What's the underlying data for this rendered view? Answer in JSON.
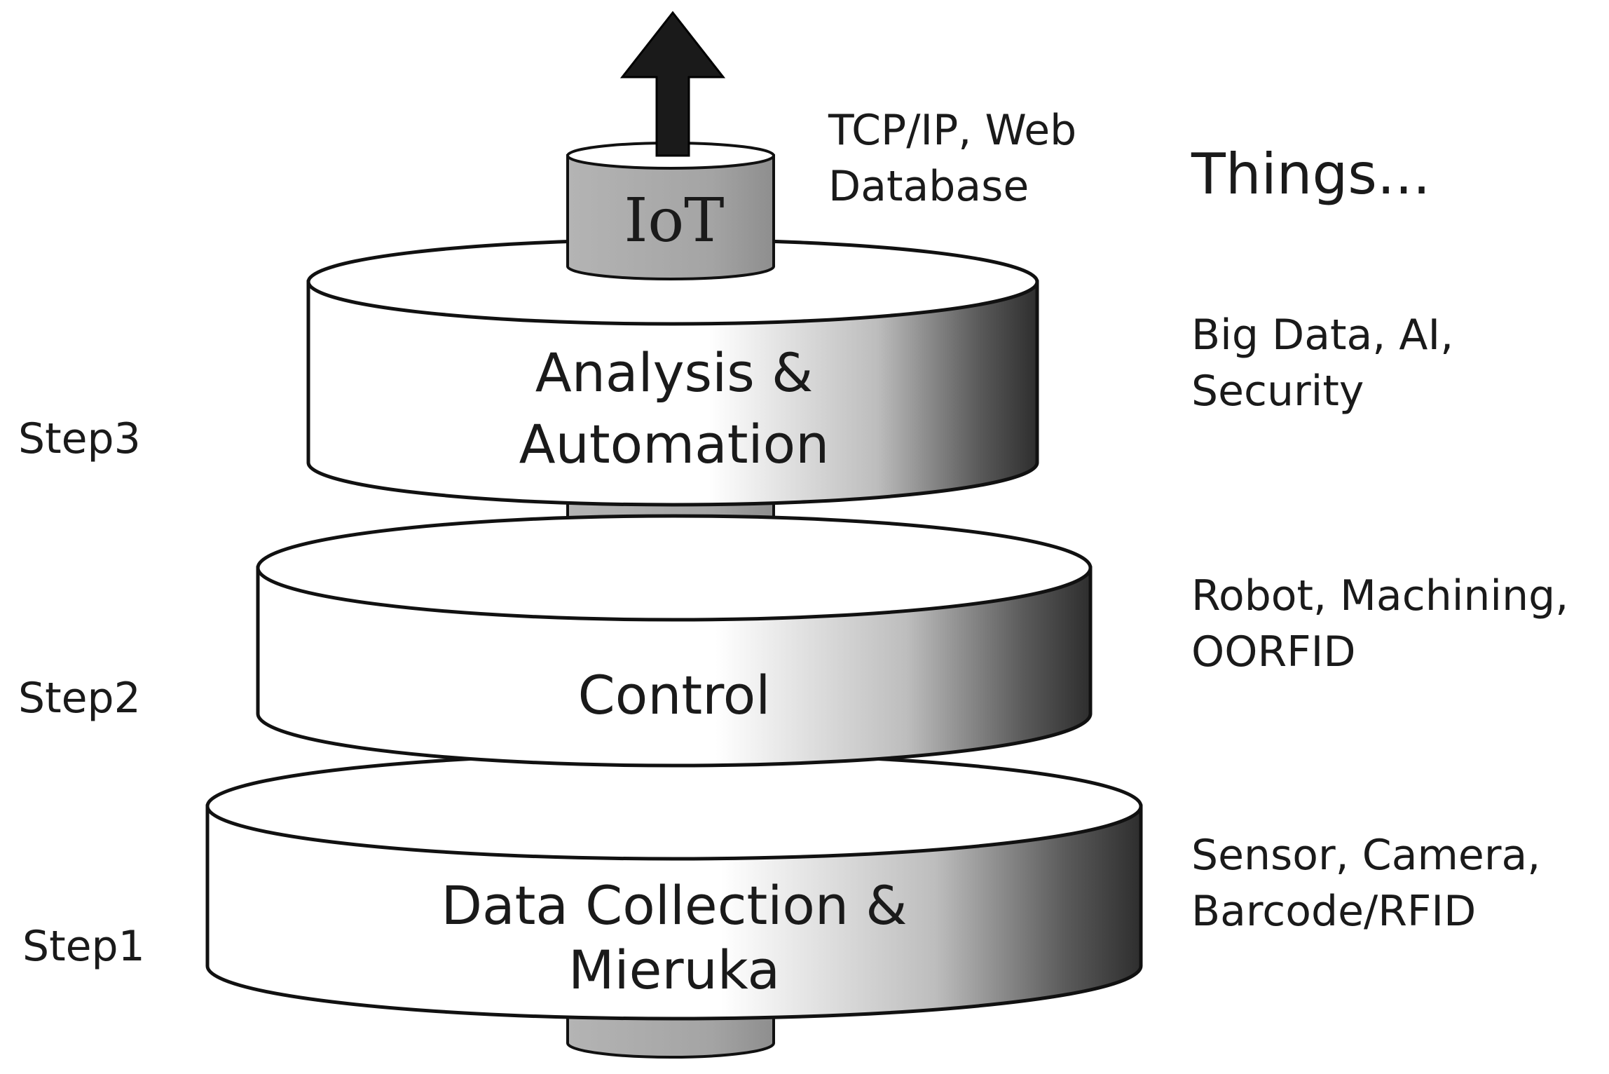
{
  "diagram": {
    "top_layer": {
      "label": "IoT",
      "tech": [
        "TCP/IP, Web",
        "Database"
      ]
    },
    "right_heading": "Things...",
    "layers": [
      {
        "step": "Step3",
        "title": [
          "Analysis &",
          "Automation"
        ],
        "tech": [
          "Big Data, AI,",
          "Security"
        ]
      },
      {
        "step": "Step2",
        "title": [
          "Control"
        ],
        "tech": [
          "Robot, Machining,",
          "OORFID"
        ]
      },
      {
        "step": "Step1",
        "title": [
          "Data Collection &",
          "Mieruka"
        ],
        "tech": [
          "Sensor, Camera,",
          "Barcode/RFID"
        ]
      }
    ]
  },
  "colors": {
    "core_gray": "#a9a9a9",
    "outline": "#111111",
    "band_dark": "#3a3a3a",
    "band_light": "#ffffff"
  }
}
